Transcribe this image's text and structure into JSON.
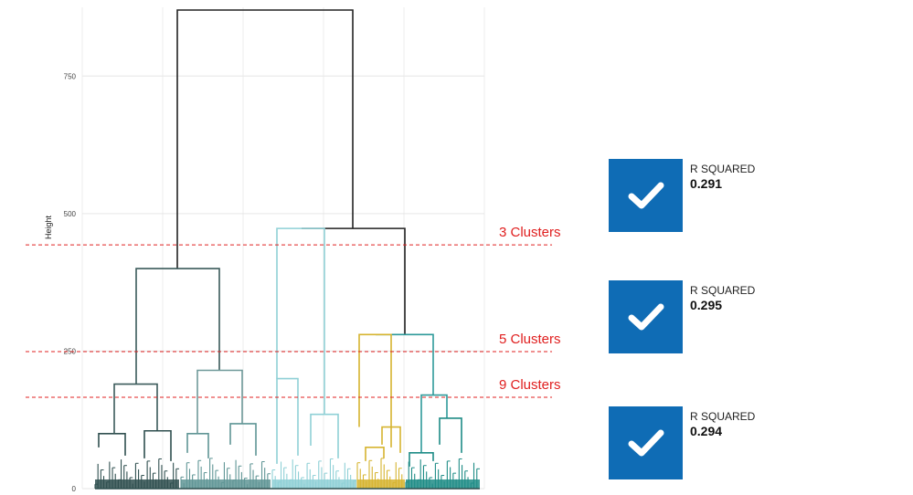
{
  "chart_data": {
    "type": "dendrogram",
    "ylabel": "Height",
    "ylim": [
      0,
      875
    ],
    "yticks": [
      0,
      250,
      500,
      750
    ],
    "grid": true,
    "cut_lines": [
      {
        "label": "3 Clusters",
        "height": 443
      },
      {
        "label": "5 Clusters",
        "height": 249
      },
      {
        "label": "9 Clusters",
        "height": 166
      }
    ],
    "merges": [
      {
        "height": 870,
        "color": "#222222"
      },
      {
        "height": 473,
        "color": "#222222"
      },
      {
        "height": 473,
        "color": "#8fd0d6"
      },
      {
        "height": 400,
        "color": "#3a5a5a"
      },
      {
        "height": 280,
        "color": "#2e9a9a"
      },
      {
        "height": 280,
        "color": "#d6b430"
      },
      {
        "height": 215,
        "color": "#6f9a9a"
      },
      {
        "height": 200,
        "color": "#8fd0d6"
      },
      {
        "height": 190,
        "color": "#3a5a5a"
      },
      {
        "height": 170,
        "color": "#2e9a9a"
      }
    ],
    "clusters": [
      {
        "color": "#2f4f4f"
      },
      {
        "color": "#5f9595"
      },
      {
        "color": "#8fd0d6"
      },
      {
        "color": "#d6b430"
      },
      {
        "color": "#1e8c86"
      }
    ]
  },
  "metrics": [
    {
      "label": "R SQUARED",
      "value": "0.291",
      "icon": "checkmark-icon"
    },
    {
      "label": "R SQUARED",
      "value": "0.295",
      "icon": "checkmark-icon"
    },
    {
      "label": "R SQUARED",
      "value": "0.294",
      "icon": "checkmark-icon"
    }
  ],
  "colors": {
    "accent": "#0f6cb5",
    "cut_line": "#e02020"
  }
}
